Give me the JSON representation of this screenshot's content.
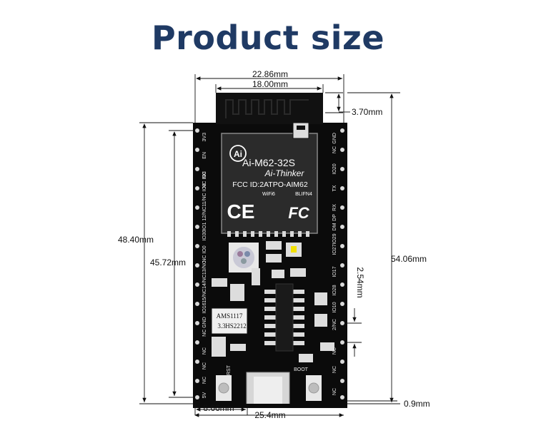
{
  "title": "Product size",
  "dimensions": {
    "top_total": "22.86mm",
    "top_module": "18.00mm",
    "antenna_offset": "3.70mm",
    "left_height": "48.40mm",
    "pin_span": "45.72mm",
    "right_height": "54.06mm",
    "pin_pitch": "2.54mm",
    "bottom_offset": "0.9mm",
    "bottom_left": "8.66mm",
    "bottom_width": "25.4mm"
  },
  "module": {
    "logo": "Ai",
    "model": "Ai-M62-32S",
    "brand": "Ai-Thinker",
    "fcc": "FCC ID:2ATPO-AIM62",
    "wifi": "WiFi6",
    "chip_code": "BLIFN4",
    "ce": "CE",
    "fc": "FC"
  },
  "regulator": {
    "line1": "AMS1117",
    "line2": "3.3",
    "line3": "HS2212"
  },
  "buttons": {
    "rst": "RST",
    "boot": "BOOT"
  },
  "pins_left": [
    "3V3",
    "EN",
    "NC",
    "NC IO3",
    "IO1 12/NC11/NC IO3",
    "IO30",
    "NC IO0",
    "15/NC14/NC13/NC",
    "IO16",
    "NC GND",
    "NC",
    "NC",
    "NC",
    "5V"
  ],
  "pins_right": [
    "GND",
    "NC",
    "IO20",
    "TX",
    "RX",
    "DP",
    "DM",
    "IO29",
    "IO27",
    "IO17",
    "IO28",
    "IO10",
    "2/NC",
    "NC",
    "NC",
    "NC"
  ]
}
